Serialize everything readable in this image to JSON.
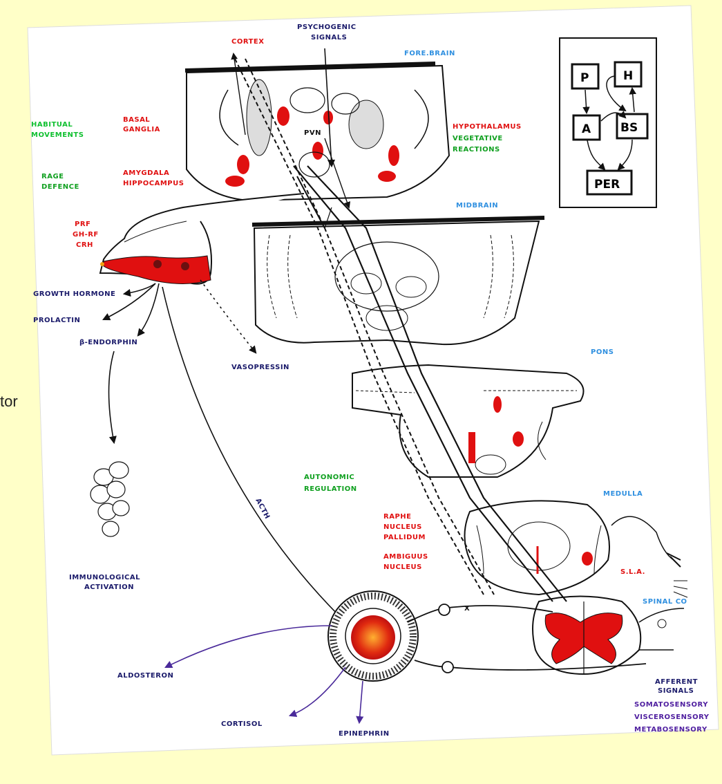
{
  "left_fragment": "tor",
  "headings": {
    "cortex": "CORTEX",
    "psychogenic_signals_1": "PSYCHOGENIC",
    "psychogenic_signals_2": "SIGNALS",
    "forebrain": "FORE.BRAIN",
    "midbrain": "MIDBRAIN",
    "pons": "PONS",
    "medulla": "MEDULLA",
    "spinal": "SPINAL CO"
  },
  "forebrain_labels": {
    "habitual_1": "HABITUAL",
    "habitual_2": "MOVEMENTS",
    "basal_1": "BASAL",
    "basal_2": "GANGLIA",
    "rage": "RAGE",
    "defence": "DEFENCE",
    "amygdala": "AMYGDALA",
    "hippocampus": "HIPPOCAMPUS",
    "hypothalamus": "HYPOTHALAMUS",
    "vegetative_1": "VEGETATIVE",
    "vegetative_2": "REACTIONS",
    "pvn": "PVN"
  },
  "pituitary_labels": {
    "prf": "PRF",
    "ghrf": "GH-RF",
    "crh": "CRH"
  },
  "hormones": {
    "growth_hormone": "GROWTH HORMONE",
    "prolactin": "PROLACTIN",
    "b_endorphin": "β-ENDORPHIN",
    "vasopressin": "VASOPRESSIN",
    "acth": "ACTH",
    "immunological_1": "IMMUNOLOGICAL",
    "immunological_2": "ACTIVATION"
  },
  "brainstem_labels": {
    "autonomic_1": "AUTONOMIC",
    "autonomic_2": "REGULATION",
    "raphe_1": "RAPHE",
    "raphe_2": "NUCLEUS",
    "raphe_3": "PALLIDUM",
    "ambiguus_1": "AMBIGUUS",
    "ambiguus_2": "NUCLEUS",
    "sla": "S.L.A.",
    "x": "X"
  },
  "adrenal_outputs": {
    "aldosteron": "ALDOSTERON",
    "cortisol": "CORTISOL",
    "epinephrin": "EPINEPHRIN"
  },
  "afferent": {
    "line1": "AFFERENT",
    "line2": "SIGNALS",
    "somato": "SOMATOSENSORY",
    "viscero": "VISCEROSENSORY",
    "metabo": "METABOSENSORY"
  },
  "inset": {
    "p": "P",
    "h": "H",
    "a": "A",
    "bs": "BS",
    "per": "PER"
  },
  "colors": {
    "background": "#ffffc8",
    "card": "#ffffff",
    "red": "#e01010",
    "green": "#10a020",
    "blue": "#3090e0",
    "purple": "#5020a0",
    "ink": "#111111"
  }
}
